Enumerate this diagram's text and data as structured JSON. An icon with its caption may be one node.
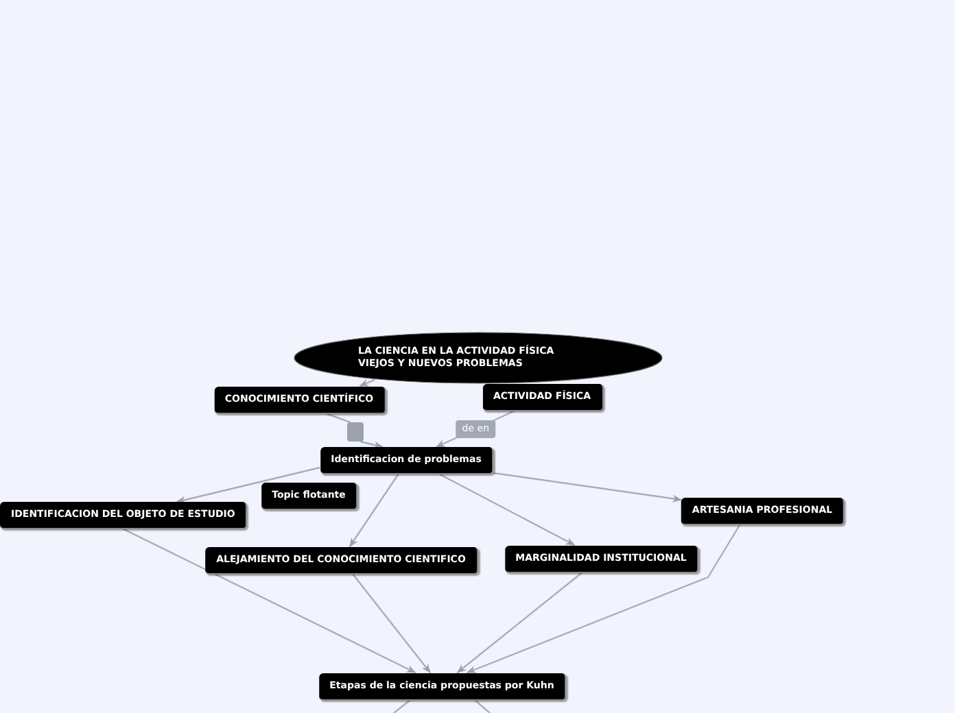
{
  "diagram": {
    "nodes": [
      {
        "text": [
          "LA CIENCIA EN LA ACTIVIDAD FÍSICA VIEJOS Y NUEVOS PROBLEMAS"
        ]
      },
      {
        "text": [
          "CONOCIMIENTO CIENTÍFICO"
        ]
      },
      {
        "text": [
          "ACTIVIDAD FÍSICA"
        ]
      },
      {
        "text": [],
        "shape": "box"
      },
      {
        "text": [
          "Identificacion de problemas"
        ]
      },
      {
        "text": [
          "Topic flotante"
        ]
      },
      {
        "text": [
          "IDENTIFICACION DEL OBJETO DE ESTUDIO"
        ]
      },
      {
        "text": [
          "ALEJAMIENTO DEL CONOCIMIENTO CIENTIFICO"
        ]
      },
      {
        "text": [
          "MARGINALIDAD INSTITUCIONAL"
        ]
      },
      {
        "text": [
          "ARTESANIA PROFESIONAL"
        ]
      },
      {
        "text": [
          "Etapas de la ciencia propuestas por Kuhn"
        ]
      }
    ],
    "edges": [
      {
        "from": 0,
        "to": 1,
        "arrow": "to"
      },
      {
        "from": 1,
        "to": 3,
        "arrow": "none"
      },
      {
        "from": 3,
        "to": 4,
        "arrow": "to"
      },
      {
        "from": 2,
        "to": 4,
        "arrow": "to",
        "label": "de en"
      },
      {
        "from": 4,
        "to": 6,
        "arrow": "to"
      },
      {
        "from": 4,
        "to": 7,
        "arrow": "to"
      },
      {
        "from": 4,
        "to": 8,
        "arrow": "to"
      },
      {
        "from": 4,
        "to": 9,
        "arrow": "to"
      },
      {
        "from": 6,
        "to": 10,
        "arrow": "to"
      },
      {
        "from": 7,
        "to": 10,
        "arrow": "to"
      },
      {
        "from": 8,
        "to": 10,
        "arrow": "to"
      },
      {
        "from": 9,
        "to": 10,
        "arrow": "to"
      },
      {
        "from": 10,
        "to": null,
        "arrow": "none"
      },
      {
        "from": 10,
        "to": null,
        "arrow": "none"
      }
    ]
  }
}
